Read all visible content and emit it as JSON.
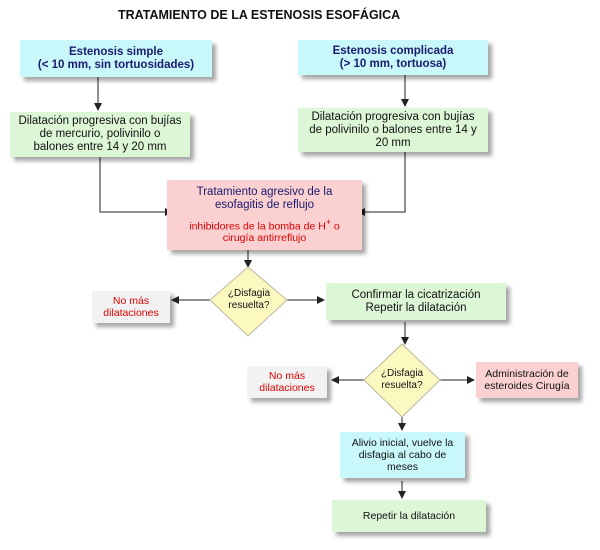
{
  "title": "TRATAMIENTO DE LA ESTENOSIS ESOFÁGICA",
  "nodes": {
    "simple": {
      "line1": "Estenosis simple",
      "line2": "(< 10 mm, sin tortuosidades)"
    },
    "complicada": {
      "line1": "Estenosis complicada",
      "line2": "(> 10 mm, tortuosa)"
    },
    "dil_simple": {
      "text": "Dilatación progresiva con bujías de mercurio, polivinilo o balones entre 14 y 20 mm"
    },
    "dil_complicada": {
      "text": "Dilatación progresiva con bujías de polivinilo o balones entre 14 y 20 mm"
    },
    "tratamiento": {
      "line1": "Tratamiento agresivo de la esofagitis de reflujo",
      "line2_pre": "inhibidores de la bomba de H",
      "line2_sup": "+",
      "line2_post": " o cirugía antirreflujo"
    },
    "dec1": {
      "text": "¿Disfagia resuelta?"
    },
    "no_mas_1": {
      "text": "No más dilataciones"
    },
    "confirmar": {
      "line1": "Confirmar la cicatrización",
      "line2": "Repetir la dilatación"
    },
    "dec2": {
      "text": "¿Disfagia resuelta?"
    },
    "no_mas_2": {
      "text": "No más dilataciones"
    },
    "administracion": {
      "text": "Administración de esteroides Cirugía"
    },
    "alivio": {
      "text": "Alivio inicial, vuelve la disfagia al cabo de meses"
    },
    "repetir": {
      "text": "Repetir la dilatación"
    }
  },
  "colors": {
    "cyan": "#c8f8fa",
    "green": "#dcf6d6",
    "pink": "#fad0d0",
    "grey": "#f2f2f2",
    "diamond": "#fbf8c0",
    "navy": "#1a1a6e",
    "red": "#e00000"
  }
}
